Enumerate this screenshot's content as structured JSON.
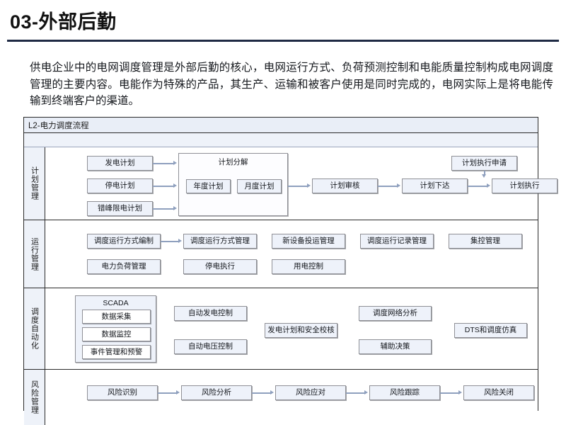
{
  "slide": {
    "title": "03-外部后勤",
    "intro": "供电企业中的电网调度管理是外部后勤的核心，电网运行方式、负荷预测控制和电能质量控制构成电网调度管理的主要内容。电能作为特殊的产品，其生产、运输和被客户使用是同时完成的，电网实际上是将电能传输到终端客户的渠道。"
  },
  "diagram": {
    "header_label": "L2-电力调度流程",
    "accent_color": "#e9eef7",
    "node_fill": "#eef2fa",
    "node_border": "#8f9096",
    "connector_color": "#8fa0be",
    "rows": [
      {
        "label": "计划管理",
        "nodes": [
          {
            "name": "node-power-generation-plan",
            "label": "发电计划"
          },
          {
            "name": "node-outage-plan",
            "label": "停电计划"
          },
          {
            "name": "node-peak-shifting-plan",
            "label": "错峰限电计划"
          },
          {
            "name": "group-plan-decomposition",
            "label": "计划分解"
          },
          {
            "name": "node-annual-plan",
            "label": "年度计划"
          },
          {
            "name": "node-monthly-plan",
            "label": "月度计划"
          },
          {
            "name": "node-plan-review",
            "label": "计划审核"
          },
          {
            "name": "node-plan-release",
            "label": "计划下达"
          },
          {
            "name": "node-plan-execution-request",
            "label": "计划执行申请"
          },
          {
            "name": "node-plan-execution",
            "label": "计划执行"
          }
        ]
      },
      {
        "label": "运行管理",
        "nodes": [
          {
            "name": "node-dispatch-mode-drafting",
            "label": "调度运行方式编制"
          },
          {
            "name": "node-dispatch-mode-management",
            "label": "调度运行方式管理"
          },
          {
            "name": "node-new-equipment-commissioning",
            "label": "新设备投运管理"
          },
          {
            "name": "node-dispatch-record-management",
            "label": "调度运行记录管理"
          },
          {
            "name": "node-centralized-control-management",
            "label": "集控管理"
          },
          {
            "name": "node-power-load-management",
            "label": "电力负荷管理"
          },
          {
            "name": "node-outage-execution",
            "label": "停电执行"
          },
          {
            "name": "node-electricity-control",
            "label": "用电控制"
          }
        ]
      },
      {
        "label": "调度自动化",
        "nodes": [
          {
            "name": "group-scada",
            "label": "SCADA"
          },
          {
            "name": "node-data-acquisition",
            "label": "数据采集"
          },
          {
            "name": "node-data-monitoring",
            "label": "数据监控"
          },
          {
            "name": "node-event-management-alarm",
            "label": "事件管理和预警"
          },
          {
            "name": "node-automatic-generation-control",
            "label": "自动发电控制"
          },
          {
            "name": "node-automatic-voltage-control",
            "label": "自动电压控制"
          },
          {
            "name": "node-generation-plan-security-check",
            "label": "发电计划和安全校核"
          },
          {
            "name": "node-dispatch-network-analysis",
            "label": "调度网络分析"
          },
          {
            "name": "node-decision-support",
            "label": "辅助决策"
          },
          {
            "name": "node-dts-dispatch-simulation",
            "label": "DTS和调度仿真"
          }
        ]
      },
      {
        "label": "风险管理",
        "nodes": [
          {
            "name": "node-risk-identification",
            "label": "风险识别"
          },
          {
            "name": "node-risk-analysis",
            "label": "风险分析"
          },
          {
            "name": "node-risk-response",
            "label": "风险应对"
          },
          {
            "name": "node-risk-tracking",
            "label": "风险跟踪"
          },
          {
            "name": "node-risk-closure",
            "label": "风险关闭"
          }
        ]
      }
    ]
  }
}
